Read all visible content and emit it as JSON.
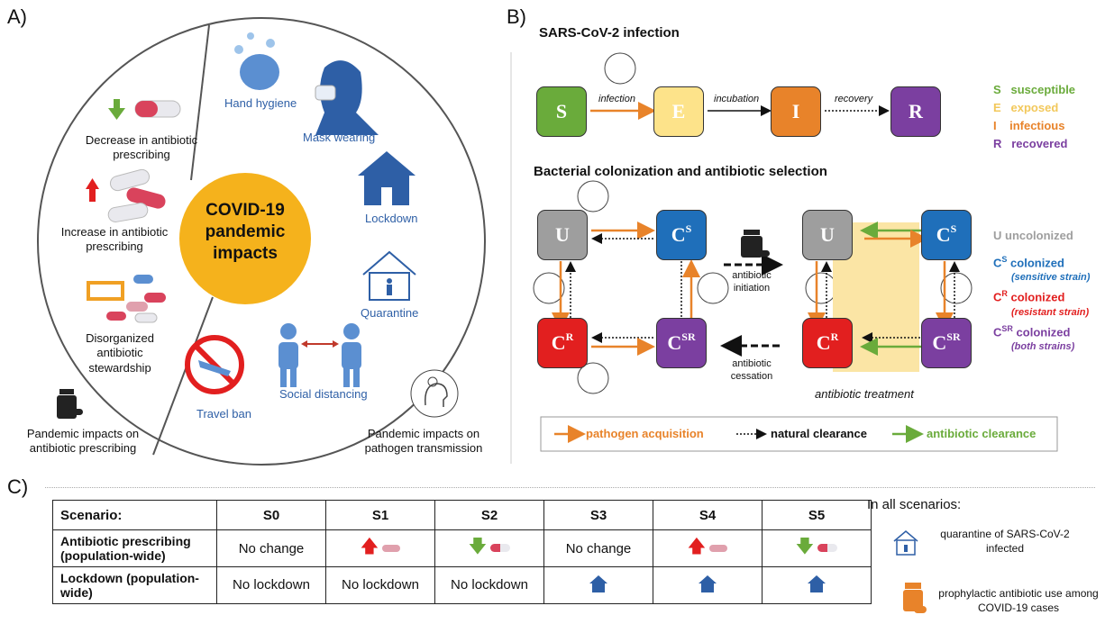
{
  "panel_a": {
    "letter": "A)",
    "center_line1": "COVID-19",
    "center_line2": "pandemic",
    "center_line3": "impacts",
    "left_items": {
      "decrease": "Decrease in antibiotic prescribing",
      "increase": "Increase in antibiotic prescribing",
      "disorganized": "Disorganized antibiotic stewardship"
    },
    "right_items": {
      "hand_hygiene": "Hand hygiene",
      "mask": "Mask wearing",
      "lockdown": "Lockdown",
      "quarantine": "Quarantine",
      "social": "Social distancing",
      "travel": "Travel ban"
    },
    "caption_left": "Pandemic impacts on antibiotic prescribing",
    "caption_right": "Pandemic impacts on pathogen transmission"
  },
  "panel_b": {
    "letter": "B)",
    "title1": "SARS-CoV-2 infection",
    "title2": "Bacterial colonization and antibiotic selection",
    "seir": {
      "S": "S",
      "E": "E",
      "I": "I",
      "R": "R",
      "infection": "infection",
      "incubation": "incubation",
      "recovery": "recovery"
    },
    "seir_legend": [
      {
        "k": "S",
        "v": "susceptible",
        "color": "#6aab3b"
      },
      {
        "k": "E",
        "v": "exposed",
        "color": "#f2c85b"
      },
      {
        "k": "I",
        "v": "infectious",
        "color": "#e8832a"
      },
      {
        "k": "R",
        "v": "recovered",
        "color": "#7b3fa0"
      }
    ],
    "boxes": {
      "U": "U",
      "C": "C",
      "S_sup": "S",
      "R_sup": "R",
      "SR_sup": "SR"
    },
    "antibiotic_initiation": "antibiotic initiation",
    "antibiotic_cessation": "antibiotic cessation",
    "antibiotic_treatment": "antibiotic treatment",
    "col_legend": {
      "u": "U uncolonized",
      "cs_main": "colonized",
      "cs_sub": "(sensitive strain)",
      "cr_main": "colonized",
      "cr_sub": "(resistant strain)",
      "csr_main": "colonized",
      "csr_sub": "(both strains)"
    },
    "bottom_legend": {
      "acq": "pathogen acquisition",
      "nat": "natural clearance",
      "abx": "antibiotic clearance"
    },
    "colors": {
      "S": "#6aab3b",
      "E": "#fde38a",
      "I": "#e8832a",
      "R": "#7b3fa0",
      "U": "#9e9e9e",
      "CS": "#1f6fba",
      "CR": "#e21f1f",
      "CSR": "#7b3fa0"
    }
  },
  "panel_c": {
    "letter": "C)",
    "header": [
      "Scenario:",
      "S0",
      "S1",
      "S2",
      "S3",
      "S4",
      "S5"
    ],
    "row1_label": "Antibiotic prescribing (population-wide)",
    "row1": [
      "No change",
      "",
      "",
      "No change",
      "",
      ""
    ],
    "row2_label": "Lockdown (population-wide)",
    "row2": [
      "No lockdown",
      "No lockdown",
      "No lockdown",
      "",
      "",
      ""
    ],
    "side_title": "In all scenarios:",
    "side_quarantine": "quarantine of SARS-CoV-2 infected",
    "side_prophylactic": "prophylactic antibiotic use among COVID-19 cases"
  }
}
